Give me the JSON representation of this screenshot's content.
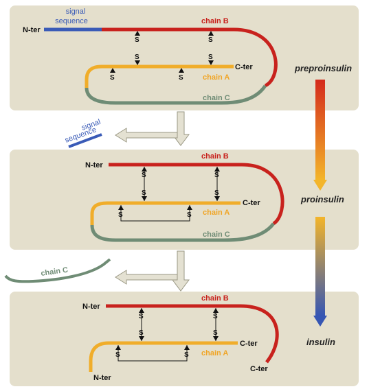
{
  "colors": {
    "panel": "#e4dfcc",
    "chain_b": "#c8221d",
    "chain_a": "#f0ad2a",
    "chain_c": "#6f8c75",
    "signal": "#3a5bb7",
    "arrow_fill": "#e4e1d2",
    "arrow_stroke": "#9a9884"
  },
  "labels": {
    "signal_sequence_line1": "signal",
    "signal_sequence_line2": "sequence",
    "n_ter": "N-ter",
    "c_ter": "C-ter",
    "chain_a": "chain A",
    "chain_b": "chain B",
    "chain_c": "chain C",
    "sulfur": "S"
  },
  "stages": {
    "preproinsulin": "preproinsulin",
    "proinsulin": "proinsulin",
    "insulin": "insulin"
  }
}
